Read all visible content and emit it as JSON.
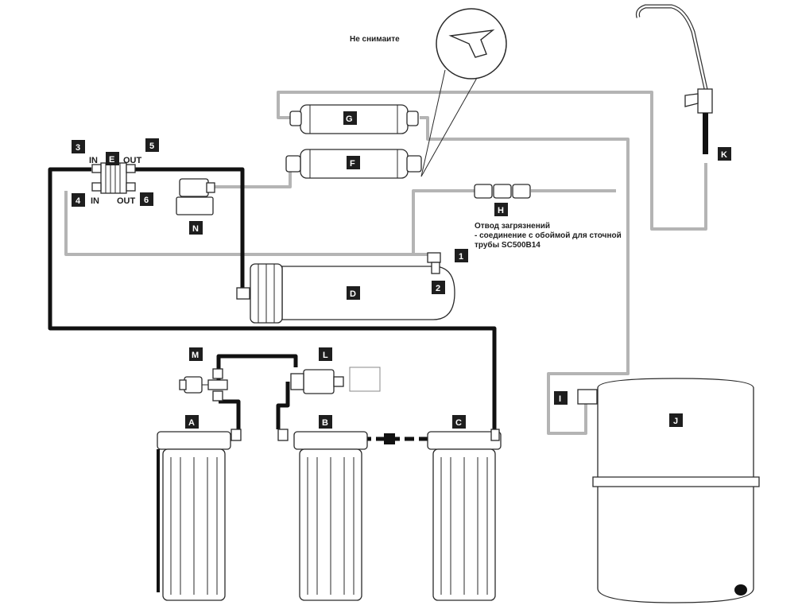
{
  "diagram": {
    "note_top": "Не снимаите",
    "drain_note": {
      "line1": "Отвод загрязнений",
      "line2": "- соединение с обоймой для сточной",
      "line3": "трубы SC500B14"
    },
    "flow_restrictor_ports": {
      "in_top": "IN",
      "out_top": "OUT",
      "in_bottom": "IN",
      "out_bottom": "OUT"
    },
    "labels": {
      "A": "A",
      "B": "B",
      "C": "C",
      "D": "D",
      "E": "E",
      "F": "F",
      "G": "G",
      "H": "H",
      "I": "I",
      "J": "J",
      "K": "K",
      "L": "L",
      "M": "M",
      "N": "N",
      "n1": "1",
      "n2": "2",
      "n3": "3",
      "n4": "4",
      "n5": "5",
      "n6": "6"
    }
  }
}
